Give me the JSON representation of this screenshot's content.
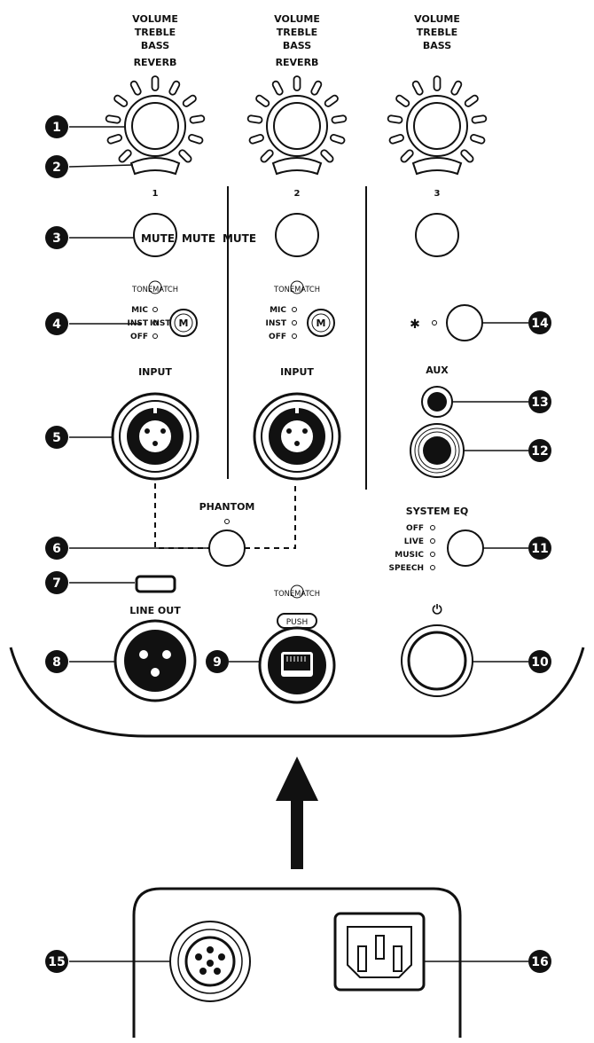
{
  "channels": [
    {
      "number": "1",
      "controls": [
        "VOLUME",
        "TREBLE",
        "BASS",
        "REVERB"
      ],
      "mute_label": "MUTE"
    },
    {
      "number": "2",
      "controls": [
        "VOLUME",
        "TREBLE",
        "BASS",
        "REVERB"
      ],
      "mute_label": "MUTE"
    },
    {
      "number": "3",
      "controls": [
        "VOLUME",
        "TREBLE",
        "BASS"
      ],
      "mute_label": "MUTE"
    }
  ],
  "tonematch_label": "TONEMATCH",
  "tonematch_symbol": "M",
  "input_modes": [
    "MIC",
    "INST",
    "OFF"
  ],
  "inst_label": "INST",
  "input_label": "INPUT",
  "phantom_label": "PHANTOM",
  "aux_label": "AUX",
  "bluetooth_symbol": "✱",
  "system_eq": {
    "title": "SYSTEM EQ",
    "options": [
      "OFF",
      "LIVE",
      "MUSIC",
      "SPEECH"
    ]
  },
  "line_out_label": "LINE OUT",
  "push_label": "PUSH",
  "power_symbol": "⏻",
  "callouts": [
    "1",
    "2",
    "3",
    "4",
    "5",
    "6",
    "7",
    "8",
    "9",
    "10",
    "11",
    "12",
    "13",
    "14",
    "15",
    "16"
  ]
}
